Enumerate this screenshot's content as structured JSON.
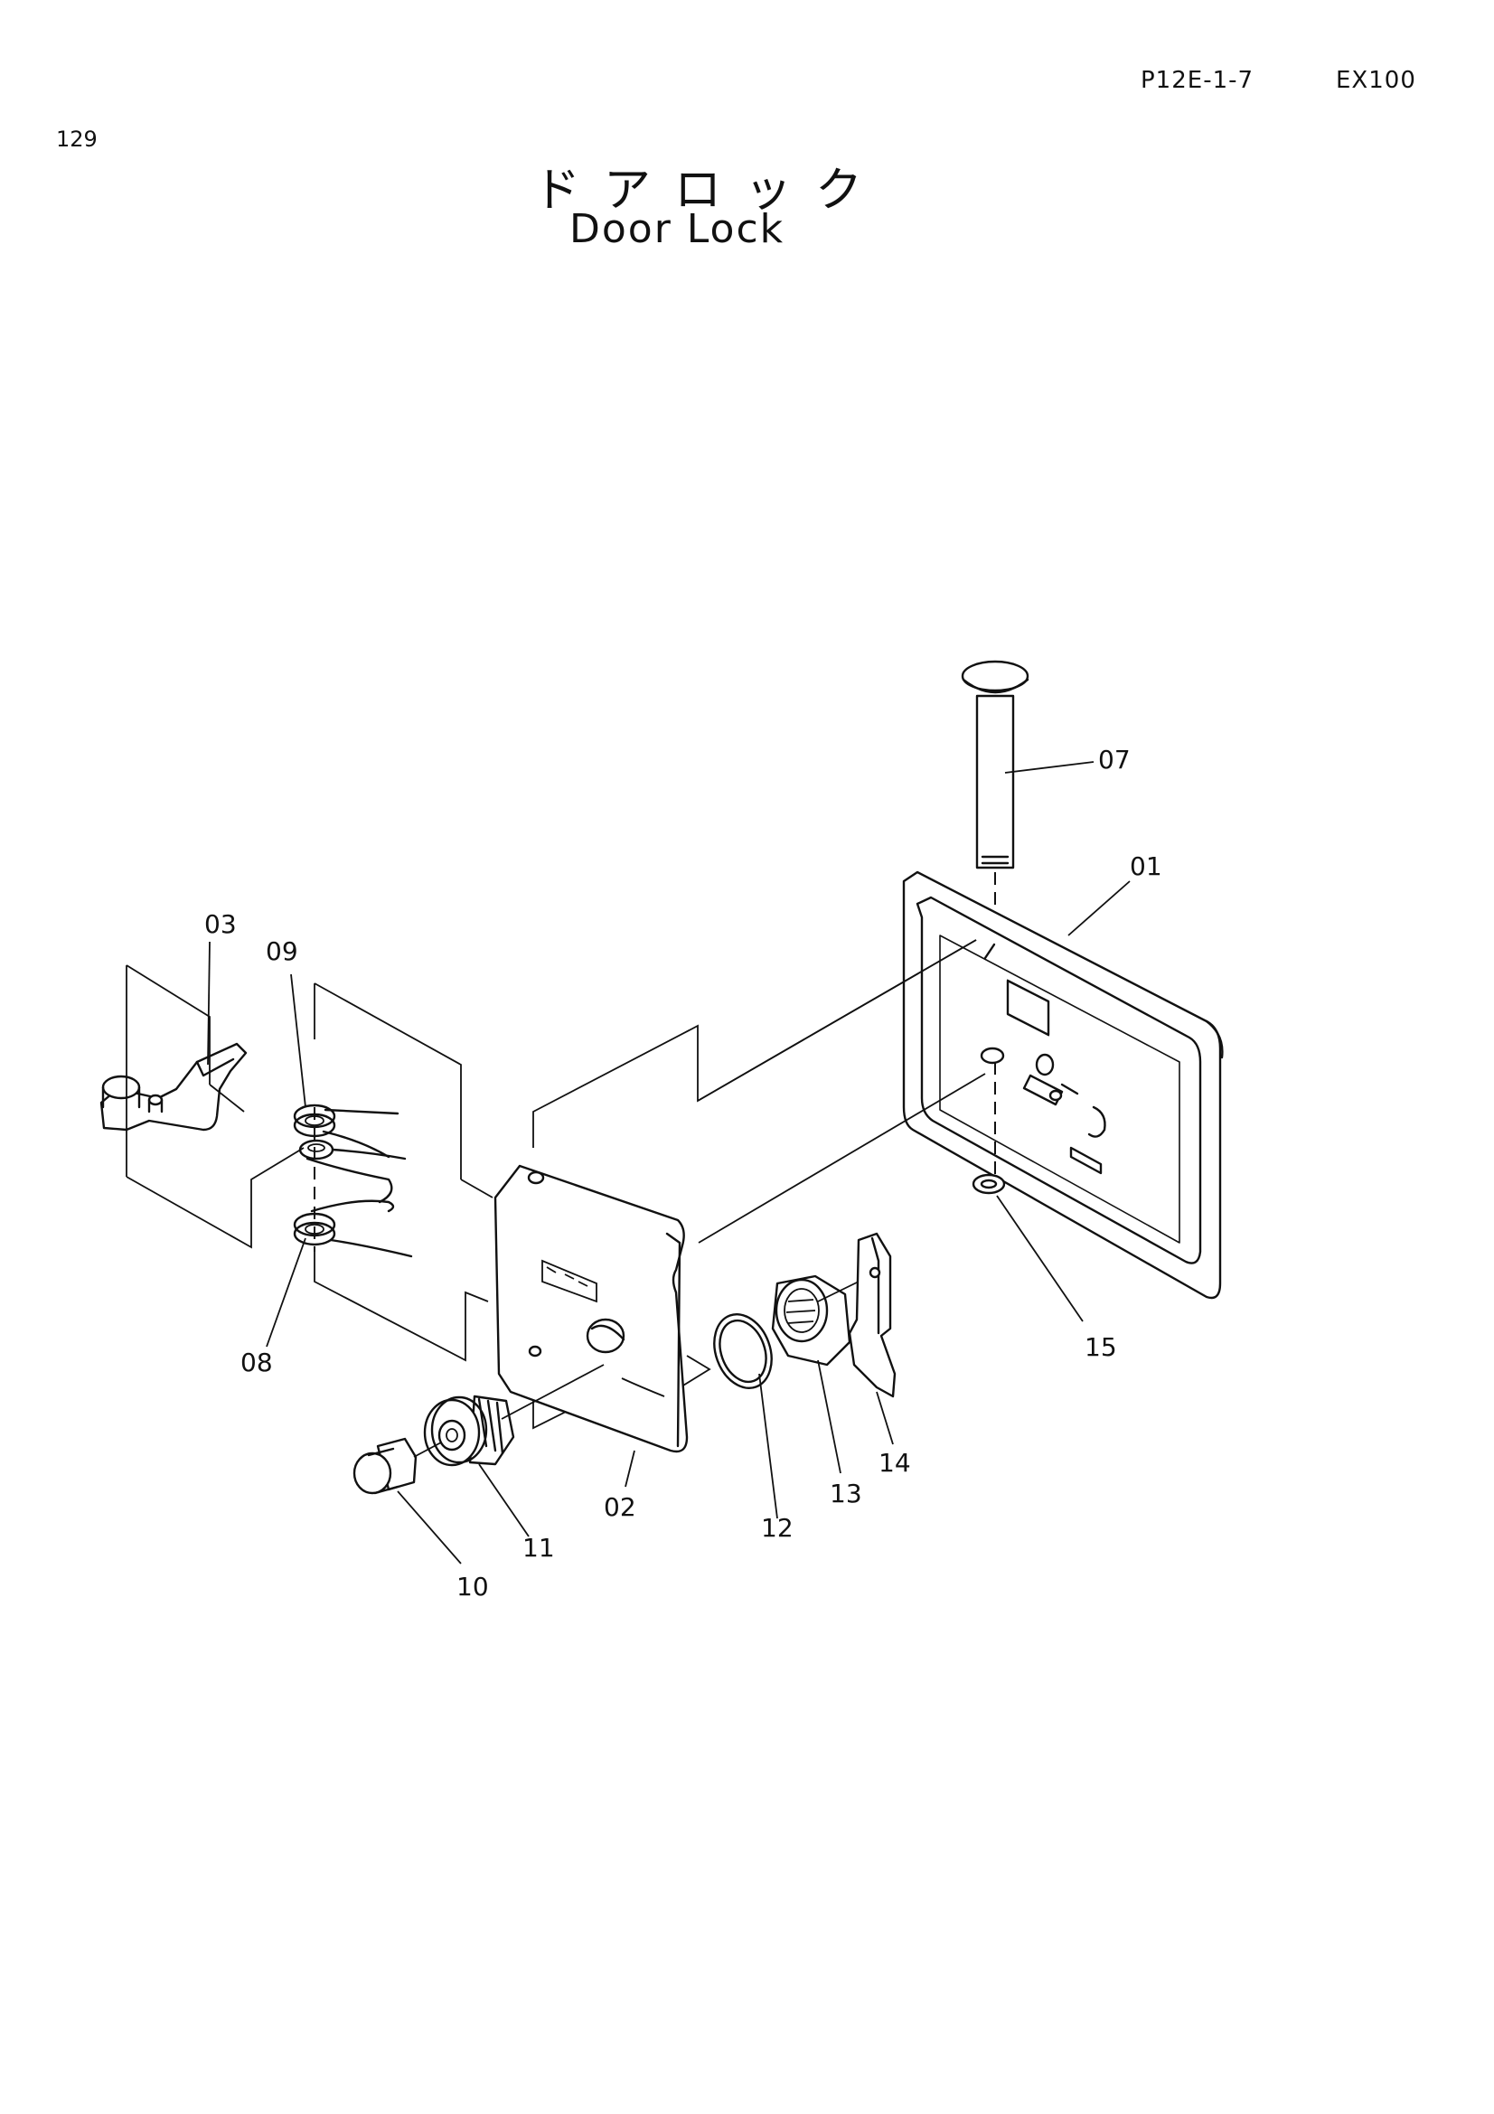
{
  "header": {
    "page_number": "129",
    "part_code": "P12E-1-7",
    "model": "EX100",
    "title_jp": "ドアロック",
    "title_en": "Door Lock"
  },
  "callouts": {
    "c01": "01",
    "c02": "02",
    "c03": "03",
    "c07": "07",
    "c08": "08",
    "c09": "09",
    "c10": "10",
    "c11": "11",
    "c12": "12",
    "c13": "13",
    "c14": "14",
    "c15": "15"
  }
}
